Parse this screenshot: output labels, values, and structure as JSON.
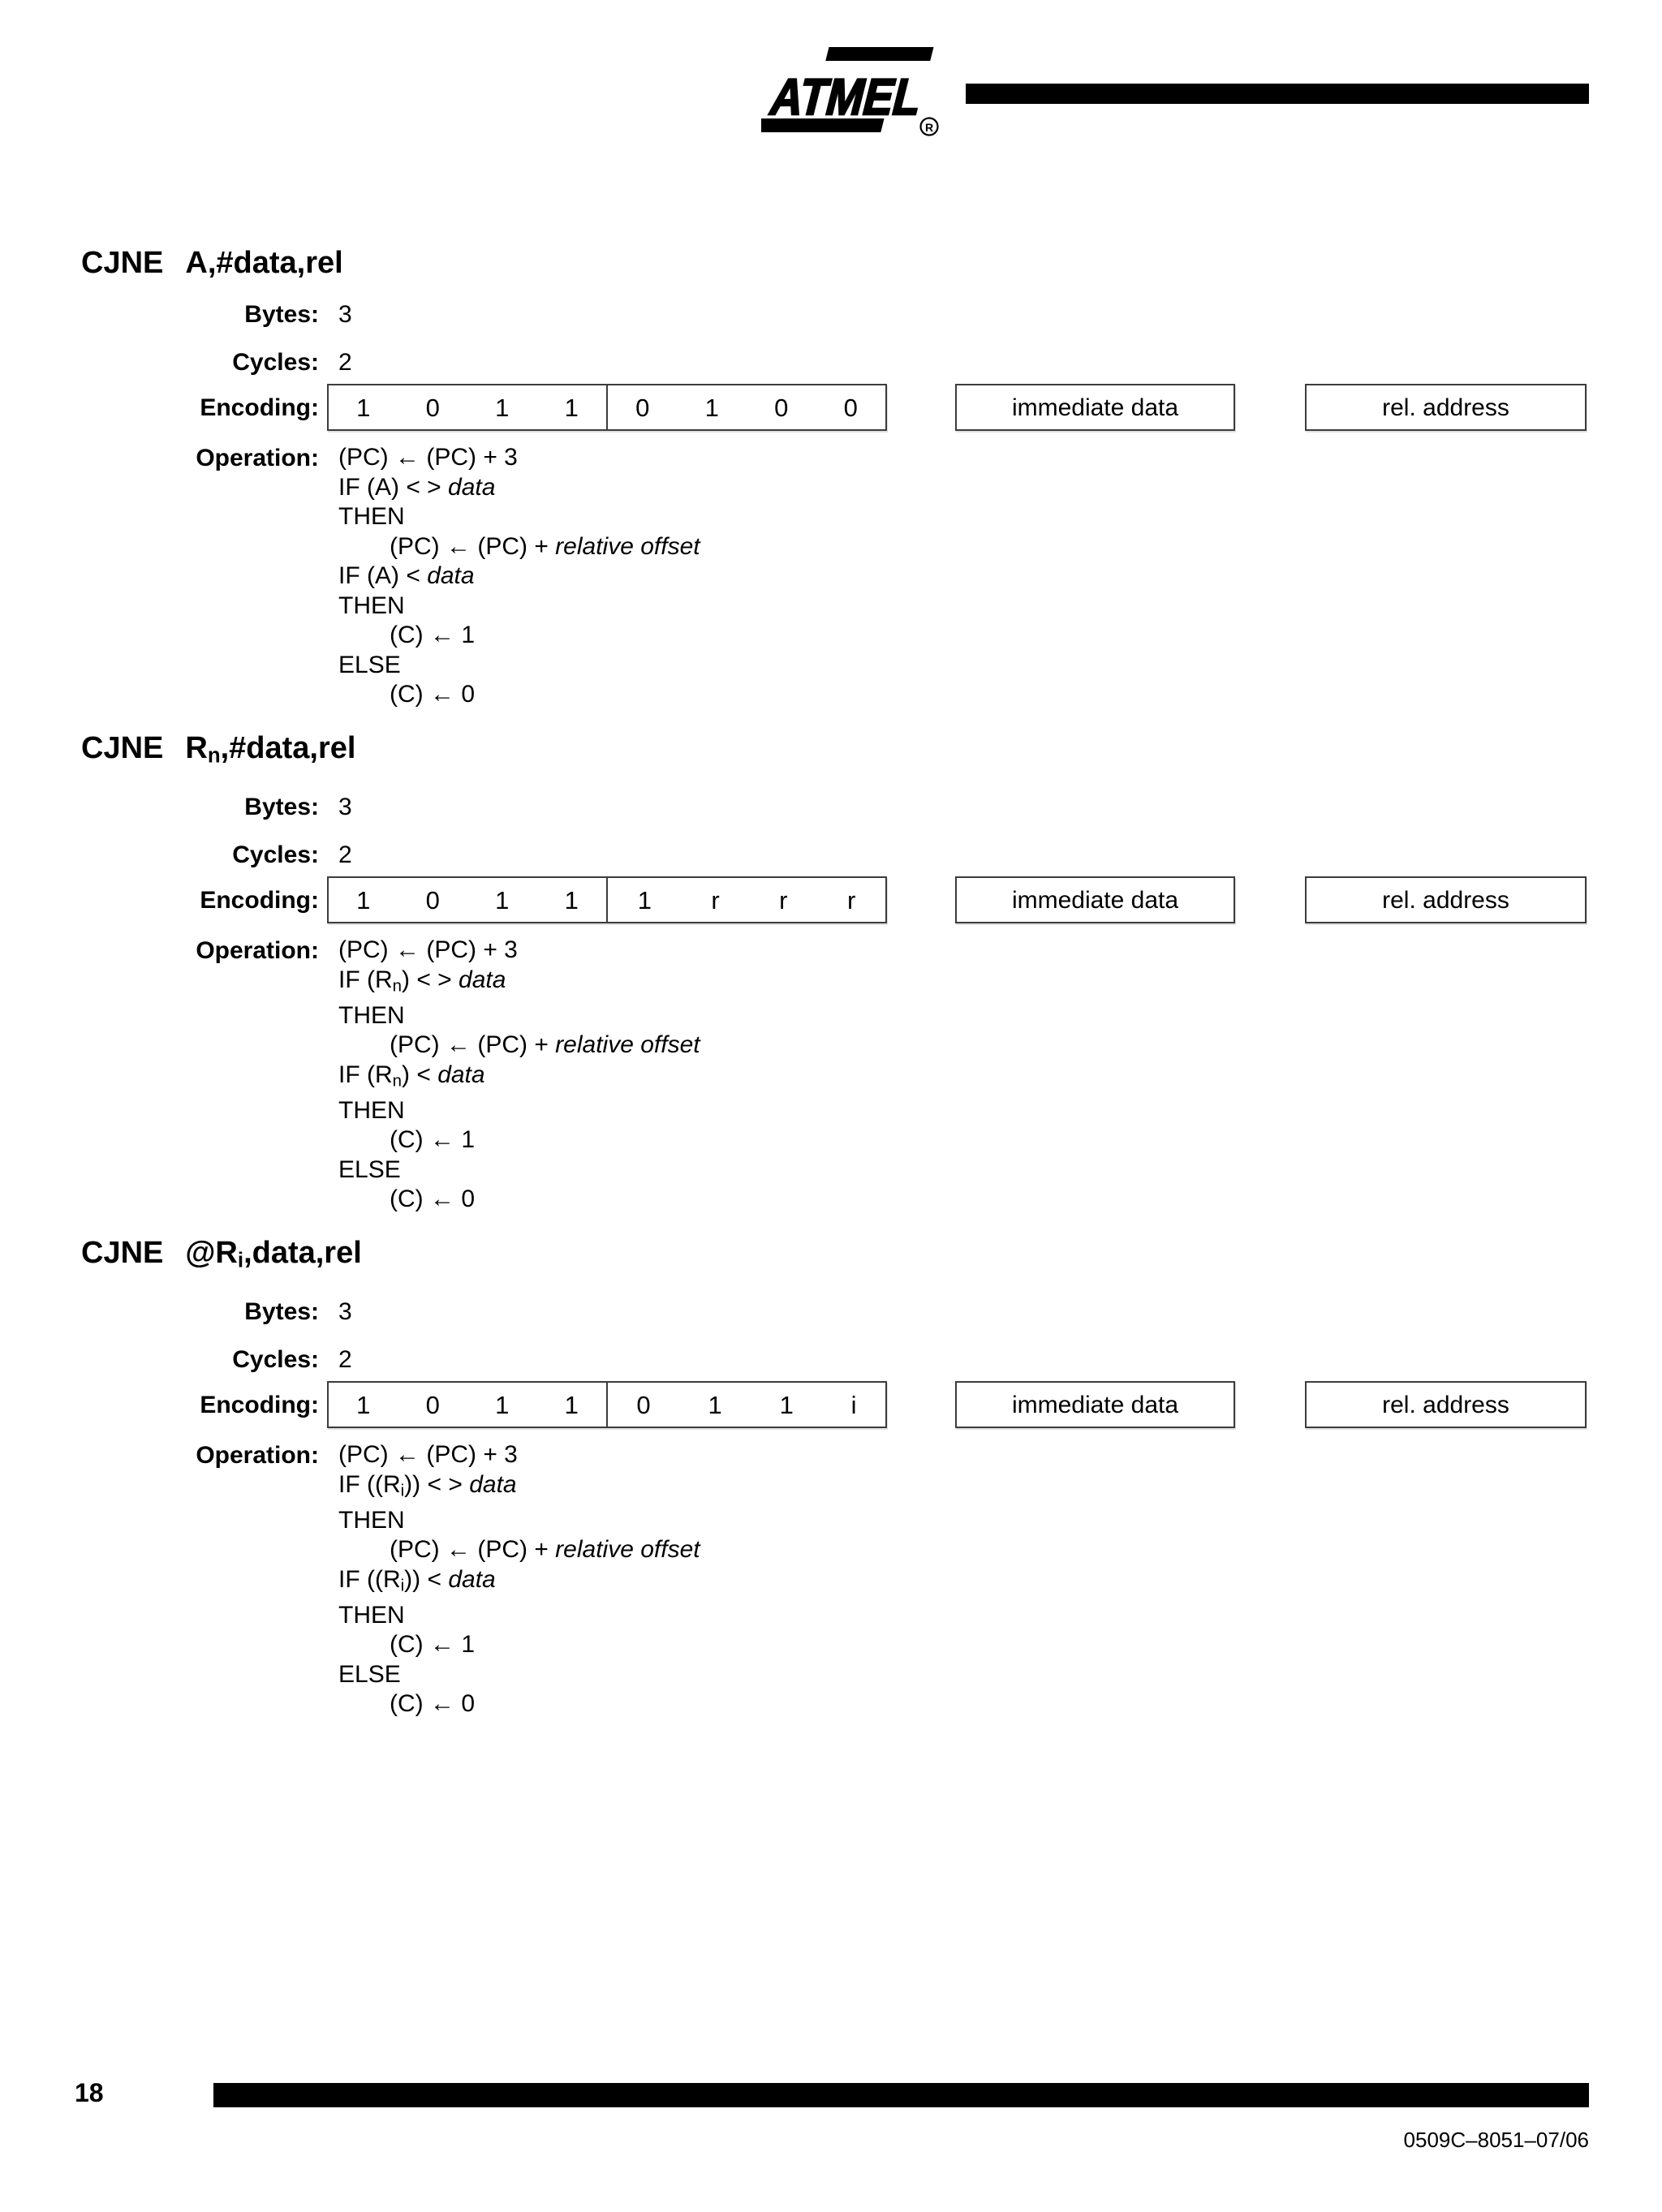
{
  "header": {
    "logo_text": "ATMEL",
    "registered_mark": "®"
  },
  "labels": {
    "bytes": "Bytes:",
    "cycles": "Cycles:",
    "encoding": "Encoding:",
    "operation": "Operation:"
  },
  "sections": [
    {
      "mnemonic": "CJNE",
      "operands": [
        {
          "t": "A,#data,rel"
        }
      ],
      "bytes": "3",
      "cycles": "2",
      "encoding_bit_groups": [
        [
          "1",
          "0",
          "1",
          "1"
        ],
        [
          "0",
          "1",
          "0",
          "0"
        ]
      ],
      "operand_boxes": [
        "immediate data",
        "rel. address"
      ],
      "operation_lines": [
        {
          "segs": [
            {
              "t": "(PC) ← (PC) + 3"
            }
          ]
        },
        {
          "segs": [
            {
              "t": "IF (A) < > "
            },
            {
              "t": "data",
              "i": true
            }
          ]
        },
        {
          "segs": [
            {
              "t": "THEN"
            }
          ]
        },
        {
          "ind": 1,
          "segs": [
            {
              "t": "(PC) ← (PC) + "
            },
            {
              "t": "relative offset",
              "i": true
            }
          ]
        },
        {
          "segs": [
            {
              "t": "IF (A) < "
            },
            {
              "t": "data",
              "i": true
            }
          ]
        },
        {
          "segs": [
            {
              "t": "THEN"
            }
          ]
        },
        {
          "ind": 1,
          "segs": [
            {
              "t": "(C) ← 1"
            }
          ]
        },
        {
          "segs": [
            {
              "t": "ELSE"
            }
          ]
        },
        {
          "ind": 1,
          "segs": [
            {
              "t": "(C) ← 0"
            }
          ]
        }
      ]
    },
    {
      "mnemonic": "CJNE",
      "operands": [
        {
          "t": "R"
        },
        {
          "t": "n",
          "sub": true
        },
        {
          "t": ",#data,rel"
        }
      ],
      "bytes": "3",
      "cycles": "2",
      "encoding_bit_groups": [
        [
          "1",
          "0",
          "1",
          "1"
        ],
        [
          "1",
          "r",
          "r",
          "r"
        ]
      ],
      "operand_boxes": [
        "immediate data",
        "rel. address"
      ],
      "operation_lines": [
        {
          "segs": [
            {
              "t": "(PC) ← (PC) + 3"
            }
          ]
        },
        {
          "segs": [
            {
              "t": "IF (R"
            },
            {
              "t": "n",
              "sub": true
            },
            {
              "t": ") < > "
            },
            {
              "t": "data",
              "i": true
            }
          ]
        },
        {
          "segs": [
            {
              "t": "THEN"
            }
          ]
        },
        {
          "ind": 1,
          "segs": [
            {
              "t": "(PC) ← (PC) + "
            },
            {
              "t": "relative offset",
              "i": true
            }
          ]
        },
        {
          "segs": [
            {
              "t": "IF (R"
            },
            {
              "t": "n",
              "sub": true
            },
            {
              "t": ") < "
            },
            {
              "t": "data",
              "i": true
            }
          ]
        },
        {
          "segs": [
            {
              "t": "THEN"
            }
          ]
        },
        {
          "ind": 1,
          "segs": [
            {
              "t": "(C) ← 1"
            }
          ]
        },
        {
          "segs": [
            {
              "t": "ELSE"
            }
          ]
        },
        {
          "ind": 1,
          "segs": [
            {
              "t": "(C) ← 0"
            }
          ]
        }
      ]
    },
    {
      "mnemonic": "CJNE",
      "operands": [
        {
          "t": "@R"
        },
        {
          "t": "i",
          "sub": true
        },
        {
          "t": ",data,rel"
        }
      ],
      "bytes": "3",
      "cycles": "2",
      "encoding_bit_groups": [
        [
          "1",
          "0",
          "1",
          "1"
        ],
        [
          "0",
          "1",
          "1",
          "i"
        ]
      ],
      "operand_boxes": [
        "immediate data",
        "rel. address"
      ],
      "operation_lines": [
        {
          "segs": [
            {
              "t": "(PC) ← (PC) + 3"
            }
          ]
        },
        {
          "segs": [
            {
              "t": "IF ((R"
            },
            {
              "t": "i",
              "sub": true
            },
            {
              "t": ")) < > "
            },
            {
              "t": "data",
              "i": true
            }
          ]
        },
        {
          "segs": [
            {
              "t": "THEN"
            }
          ]
        },
        {
          "ind": 1,
          "segs": [
            {
              "t": "(PC) ← (PC) + "
            },
            {
              "t": "relative offset",
              "i": true
            }
          ]
        },
        {
          "segs": [
            {
              "t": "IF ((R"
            },
            {
              "t": "i",
              "sub": true
            },
            {
              "t": ")) < "
            },
            {
              "t": "data",
              "i": true
            }
          ]
        },
        {
          "segs": [
            {
              "t": "THEN"
            }
          ]
        },
        {
          "ind": 1,
          "segs": [
            {
              "t": "(C) ← 1"
            }
          ]
        },
        {
          "segs": [
            {
              "t": "ELSE"
            }
          ]
        },
        {
          "ind": 1,
          "segs": [
            {
              "t": "(C) ← 0"
            }
          ]
        }
      ]
    }
  ],
  "footer": {
    "page_number": "18",
    "doc_number": "0509C–8051–07/06"
  }
}
